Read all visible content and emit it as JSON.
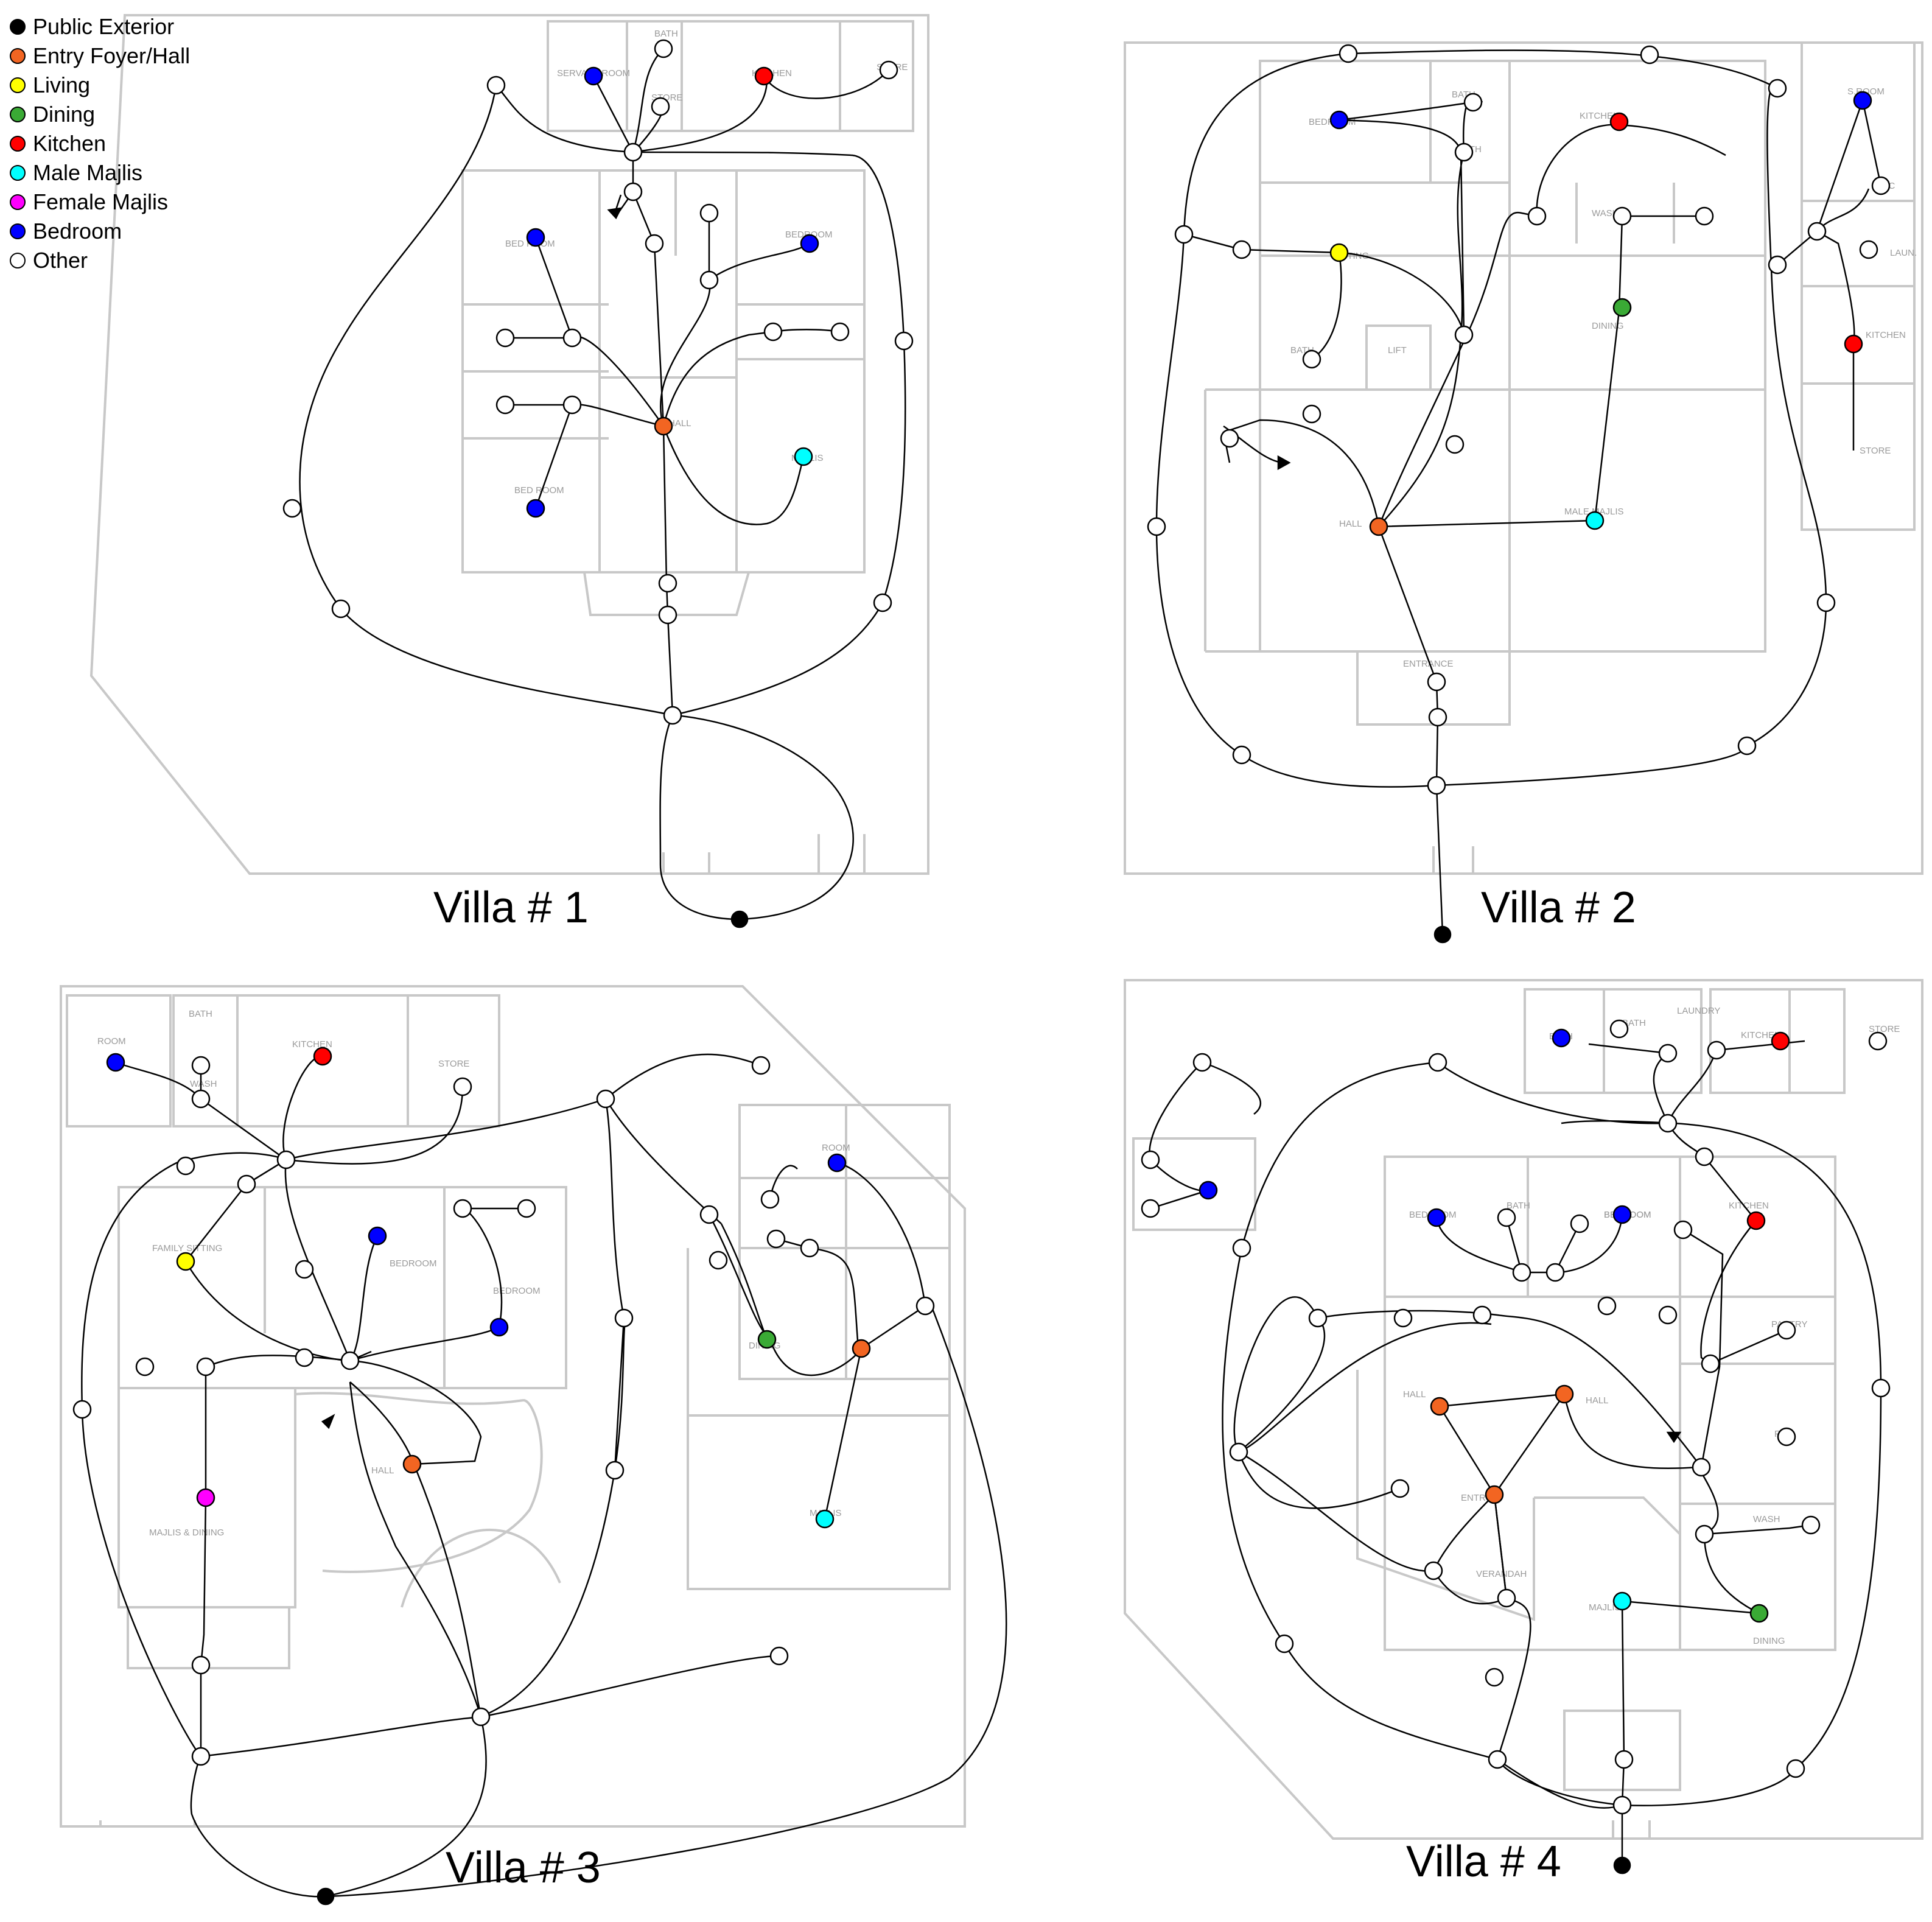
{
  "legend": [
    {
      "label": "Public Exterior",
      "color": "#000000"
    },
    {
      "label": "Entry Foyer/Hall",
      "color": "#f26522"
    },
    {
      "label": "Living",
      "color": "#ffff00"
    },
    {
      "label": "Dining",
      "color": "#3aaa35"
    },
    {
      "label": "Kitchen",
      "color": "#ff0000"
    },
    {
      "label": "Male Majlis",
      "color": "#00ffff"
    },
    {
      "label": "Female Majlis",
      "color": "#ff00ff"
    },
    {
      "label": "Bedroom",
      "color": "#0000ff"
    },
    {
      "label": "Other",
      "color": "#ffffff"
    }
  ],
  "villas": [
    {
      "title": "Villa # 1",
      "room_labels": [
        "SERVANT ROOM",
        "BATH",
        "STORE",
        "KITCHEN",
        "STORE",
        "BED ROOM",
        "BEDROOM",
        "BED ROOM",
        "MAJLIS",
        "HALL"
      ]
    },
    {
      "title": "Villa # 2",
      "room_labels": [
        "BEDROOM",
        "BATH",
        "BATH",
        "KITCHEN",
        "WASH",
        "SITTING",
        "DINING",
        "LIFT",
        "BATH",
        "HALL",
        "MALE MAJLIS",
        "ENTRANCE",
        "S.ROOM",
        "W.C",
        "LAUN.",
        "KITCHEN",
        "STORE"
      ]
    },
    {
      "title": "Villa # 3",
      "room_labels": [
        "ROOM",
        "BATH",
        "WASH",
        "KITCHEN",
        "STORE",
        "FAMILY SITTING",
        "BEDROOM",
        "BEDROOM",
        "MAJLIS & DINING",
        "HALL",
        "DINING",
        "MAJLIS",
        "ROOM"
      ]
    },
    {
      "title": "Villa # 4",
      "room_labels": [
        "BATH",
        "BATH",
        "LAUNDRY",
        "KITCHEN",
        "STORE",
        "BEDROOM",
        "BATH",
        "BEDROOM",
        "BEDROOM",
        "KITCHEN",
        "PANTRY",
        "HALL",
        "HALL",
        "ENTRY",
        "FILE",
        "WASH",
        "VERANDAH",
        "MAJLIS",
        "DINING"
      ]
    }
  ]
}
